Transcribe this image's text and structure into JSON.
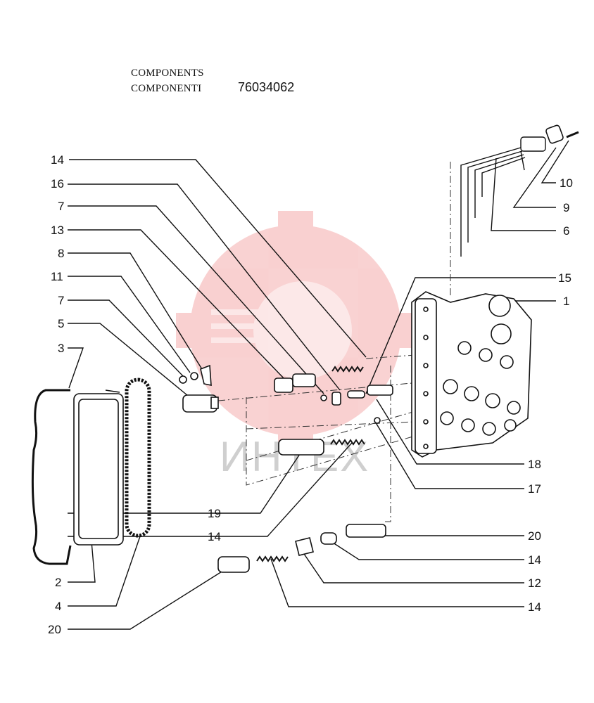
{
  "header": {
    "line1": "COMPONENTS",
    "line2": "COMPONENTI",
    "part_number": "76034062"
  },
  "watermark": {
    "text": "ИНТЕХ",
    "color": "#f0a0a0"
  },
  "callouts": {
    "c14a": "14",
    "c16": "16",
    "c7a": "7",
    "c13": "13",
    "c8": "8",
    "c11": "11",
    "c7b": "7",
    "c5": "5",
    "c3": "3",
    "c2": "2",
    "c4": "4",
    "c20a": "20",
    "c19": "19",
    "c14b": "14",
    "c10": "10",
    "c9": "9",
    "c6": "6",
    "c15": "15",
    "c1": "1",
    "c18": "18",
    "c17": "17",
    "c20b": "20",
    "c14c": "14",
    "c12": "12",
    "c14d": "14"
  }
}
